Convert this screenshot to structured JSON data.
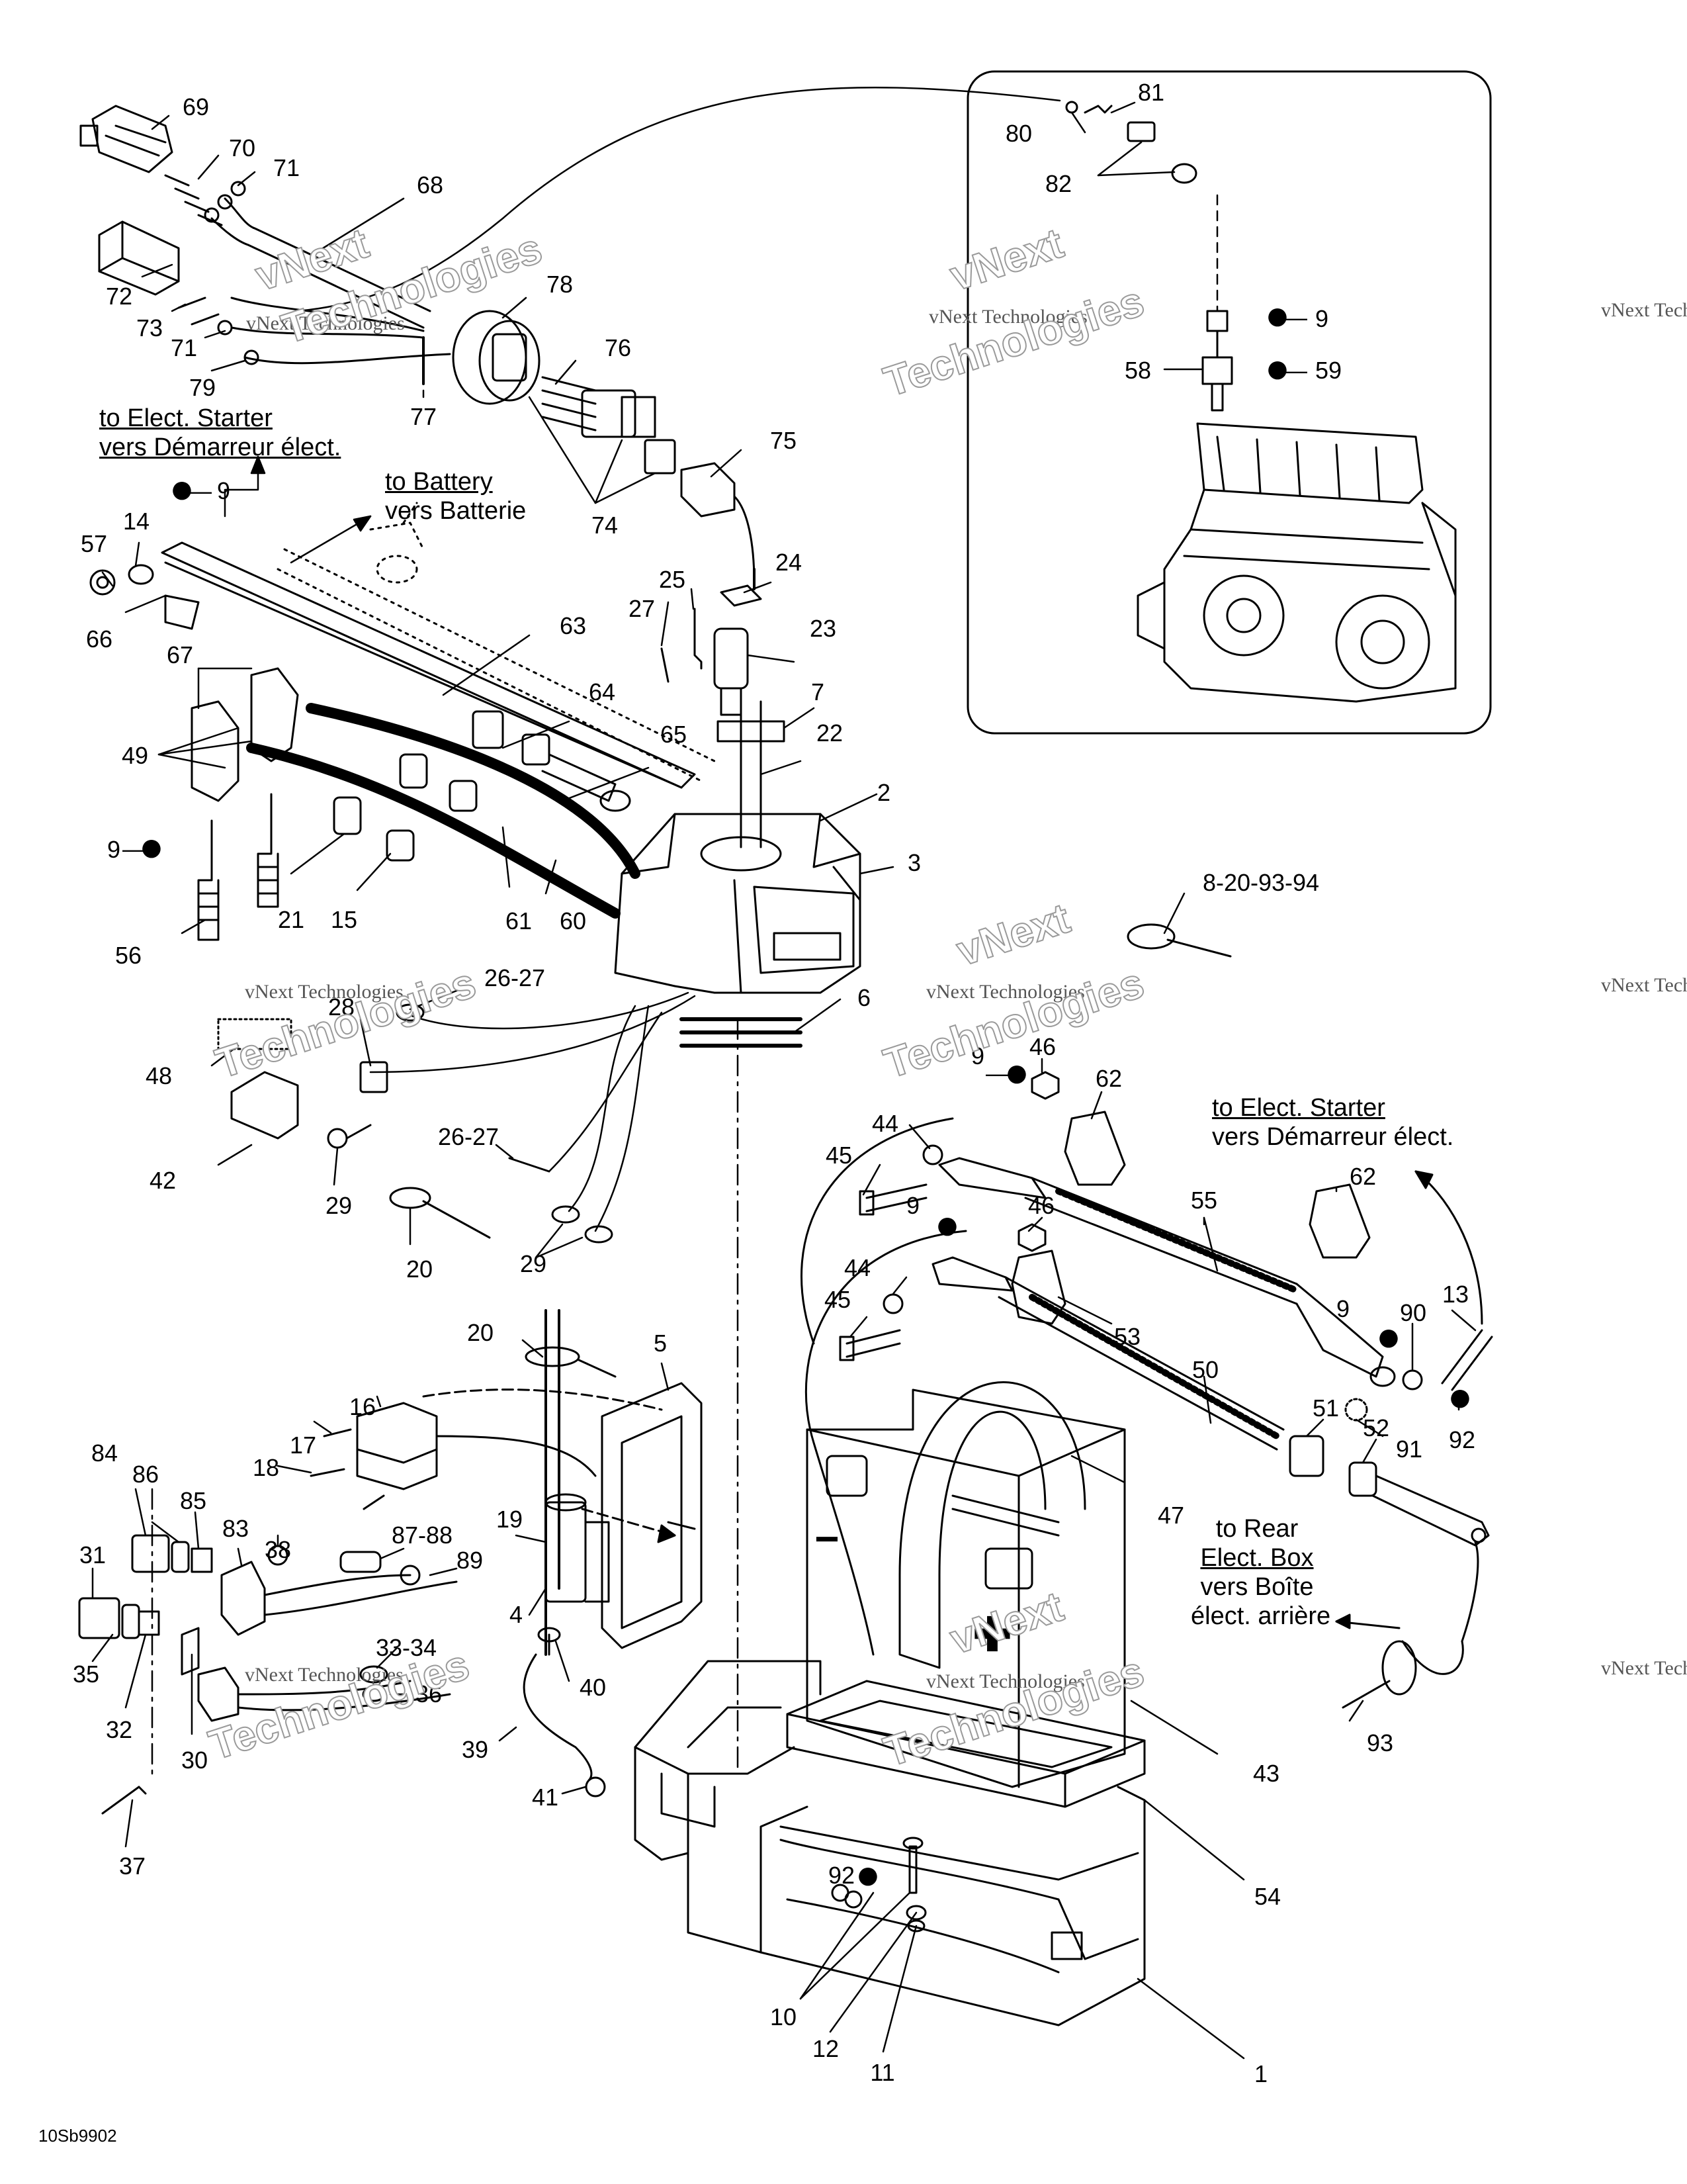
{
  "drawing_code": "10Sb9902",
  "notes": {
    "starter_top": {
      "en": "to Elect. Starter",
      "fr": "vers Démarreur élect."
    },
    "battery": {
      "en": "to Battery",
      "fr": "vers Batterie"
    },
    "starter_right": {
      "en": "to Elect. Starter",
      "fr": "vers Démarreur élect."
    },
    "rear_box": {
      "en": "to Rear",
      "en2": "Elect. Box",
      "fr": "vers Boîte",
      "fr2": "élect. arrière"
    }
  },
  "watermark": {
    "line1": "vNext Technologies",
    "line2": "vNext",
    "line3": "Technologies"
  },
  "callouts": [
    {
      "id": "c69",
      "text": "69"
    },
    {
      "id": "c70",
      "text": "70"
    },
    {
      "id": "c71a",
      "text": "71"
    },
    {
      "id": "c68",
      "text": "68"
    },
    {
      "id": "c72",
      "text": "72"
    },
    {
      "id": "c73",
      "text": "73"
    },
    {
      "id": "c71b",
      "text": "71"
    },
    {
      "id": "c79",
      "text": "79"
    },
    {
      "id": "c78",
      "text": "78"
    },
    {
      "id": "c77",
      "text": "77"
    },
    {
      "id": "c76",
      "text": "76"
    },
    {
      "id": "c74",
      "text": "74"
    },
    {
      "id": "c75",
      "text": "75"
    },
    {
      "id": "c81",
      "text": "81"
    },
    {
      "id": "c80",
      "text": "80"
    },
    {
      "id": "c82",
      "text": "82"
    },
    {
      "id": "c9a",
      "text": "9"
    },
    {
      "id": "c58",
      "text": "58"
    },
    {
      "id": "c59",
      "text": "59"
    },
    {
      "id": "c9b",
      "text": "9"
    },
    {
      "id": "c14",
      "text": "14"
    },
    {
      "id": "c57",
      "text": "57"
    },
    {
      "id": "c66",
      "text": "66"
    },
    {
      "id": "c67",
      "text": "67"
    },
    {
      "id": "c63",
      "text": "63"
    },
    {
      "id": "c25",
      "text": "25"
    },
    {
      "id": "c27",
      "text": "27"
    },
    {
      "id": "c24",
      "text": "24"
    },
    {
      "id": "c23",
      "text": "23"
    },
    {
      "id": "c7",
      "text": "7"
    },
    {
      "id": "c22",
      "text": "22"
    },
    {
      "id": "c64",
      "text": "64"
    },
    {
      "id": "c65",
      "text": "65"
    },
    {
      "id": "c49",
      "text": "49"
    },
    {
      "id": "c9c",
      "text": "9"
    },
    {
      "id": "c2",
      "text": "2"
    },
    {
      "id": "c3",
      "text": "3"
    },
    {
      "id": "c56",
      "text": "56"
    },
    {
      "id": "c21",
      "text": "21"
    },
    {
      "id": "c15",
      "text": "15"
    },
    {
      "id": "c61",
      "text": "61"
    },
    {
      "id": "c60",
      "text": "60"
    },
    {
      "id": "c8209394",
      "text": "8-20-93-94"
    },
    {
      "id": "c2627a",
      "text": "26-27"
    },
    {
      "id": "c28",
      "text": "28"
    },
    {
      "id": "c48",
      "text": "48"
    },
    {
      "id": "c6",
      "text": "6"
    },
    {
      "id": "c42",
      "text": "42"
    },
    {
      "id": "c29a",
      "text": "29"
    },
    {
      "id": "c2627b",
      "text": "26-27"
    },
    {
      "id": "c20a",
      "text": "20"
    },
    {
      "id": "c29b",
      "text": "29"
    },
    {
      "id": "c9d",
      "text": "9"
    },
    {
      "id": "c46a",
      "text": "46"
    },
    {
      "id": "c62a",
      "text": "62"
    },
    {
      "id": "c44a",
      "text": "44"
    },
    {
      "id": "c45a",
      "text": "45"
    },
    {
      "id": "c55",
      "text": "55"
    },
    {
      "id": "c9e",
      "text": "9"
    },
    {
      "id": "c46b",
      "text": "46"
    },
    {
      "id": "c62b",
      "text": "62"
    },
    {
      "id": "c44b",
      "text": "44"
    },
    {
      "id": "c45b",
      "text": "45"
    },
    {
      "id": "c53",
      "text": "53"
    },
    {
      "id": "c9f",
      "text": "9"
    },
    {
      "id": "c90",
      "text": "90"
    },
    {
      "id": "c13",
      "text": "13"
    },
    {
      "id": "c50",
      "text": "50"
    },
    {
      "id": "c91",
      "text": "91"
    },
    {
      "id": "c92a",
      "text": "92"
    },
    {
      "id": "c51",
      "text": "51"
    },
    {
      "id": "c52",
      "text": "52"
    },
    {
      "id": "c20b",
      "text": "20"
    },
    {
      "id": "c5",
      "text": "5"
    },
    {
      "id": "c16",
      "text": "16"
    },
    {
      "id": "c17",
      "text": "17"
    },
    {
      "id": "c18",
      "text": "18"
    },
    {
      "id": "c84",
      "text": "84"
    },
    {
      "id": "c86",
      "text": "86"
    },
    {
      "id": "c85",
      "text": "85"
    },
    {
      "id": "c83",
      "text": "83"
    },
    {
      "id": "c38",
      "text": "38"
    },
    {
      "id": "c19",
      "text": "19"
    },
    {
      "id": "c8788",
      "text": "87-88"
    },
    {
      "id": "c89",
      "text": "89"
    },
    {
      "id": "c47",
      "text": "47"
    },
    {
      "id": "c31",
      "text": "31"
    },
    {
      "id": "c4",
      "text": "4"
    },
    {
      "id": "c3334",
      "text": "33-34"
    },
    {
      "id": "c35",
      "text": "35"
    },
    {
      "id": "c36",
      "text": "36"
    },
    {
      "id": "c40",
      "text": "40"
    },
    {
      "id": "c32",
      "text": "32"
    },
    {
      "id": "c30",
      "text": "30"
    },
    {
      "id": "c39",
      "text": "39"
    },
    {
      "id": "c41",
      "text": "41"
    },
    {
      "id": "c43",
      "text": "43"
    },
    {
      "id": "c93",
      "text": "93"
    },
    {
      "id": "c37",
      "text": "37"
    },
    {
      "id": "c54",
      "text": "54"
    },
    {
      "id": "c92b",
      "text": "92"
    },
    {
      "id": "c10",
      "text": "10"
    },
    {
      "id": "c12",
      "text": "12"
    },
    {
      "id": "c11",
      "text": "11"
    },
    {
      "id": "c1",
      "text": "1"
    }
  ],
  "colors": {
    "line": "#000000",
    "background": "#ffffff",
    "watermark": "#9a9a9a"
  },
  "icons": {
    "drop": "oil-drop-icon",
    "plus": "positive-terminal-icon",
    "minus": "negative-terminal-icon"
  }
}
